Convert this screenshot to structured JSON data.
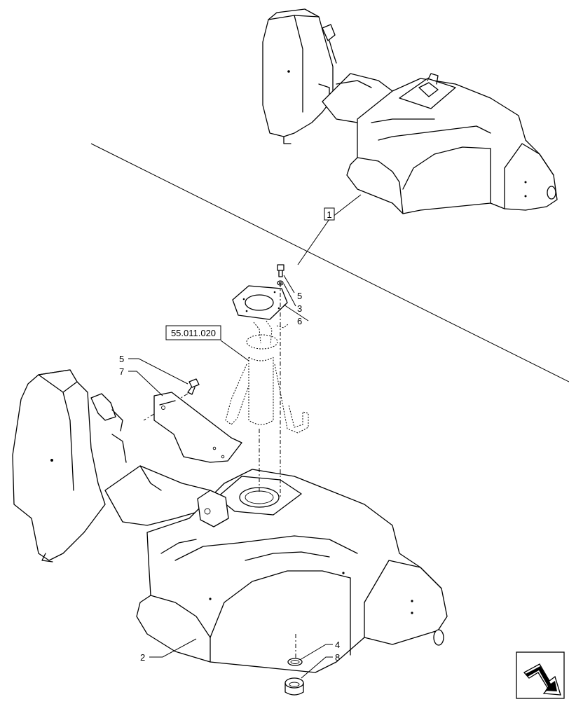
{
  "diagram": {
    "reference_box": "55.011.020",
    "callouts": {
      "item_1": "1",
      "item_2": "2",
      "item_3": "3",
      "item_4": "4",
      "item_5_upper": "5",
      "item_5_lower": "5",
      "item_6": "6",
      "item_7": "7",
      "item_8": "8"
    },
    "nav_icon": "next-page-arrow-icon"
  }
}
